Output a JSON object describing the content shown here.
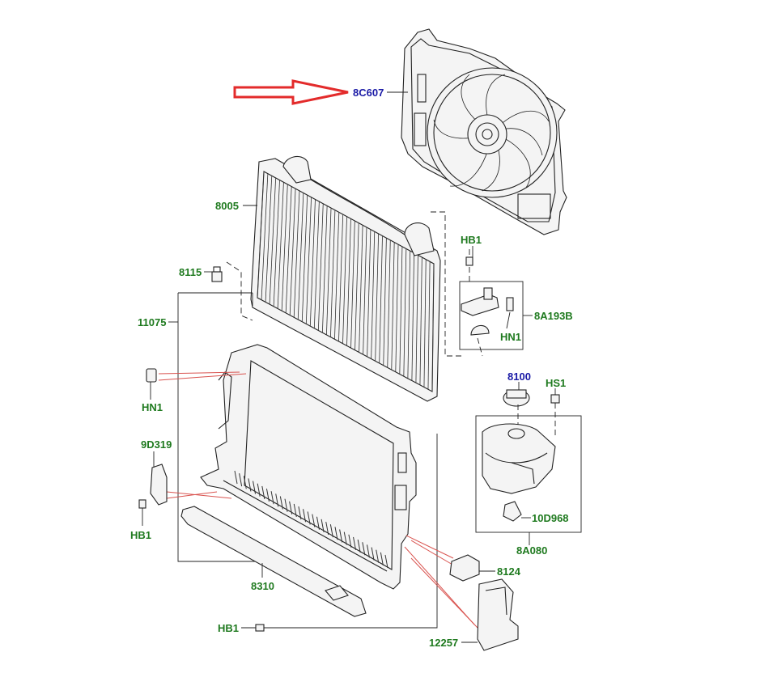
{
  "colors": {
    "part_label": "#1f7a1f",
    "highlight_label": "#1a1aa6",
    "arrow": "#e32b2b",
    "leader_red": "#d9534f",
    "line": "#222222"
  },
  "labels": {
    "fan_assembly": "8C607",
    "radiator": "8005",
    "radiator_mount_bolt": "8115",
    "shroud_panel": "11075",
    "clip_left": "HN1",
    "bracket_left": "9D319",
    "bolt_left": "HB1",
    "lower_deflector": "8310",
    "bolt_bottom": "HB1",
    "bracket_bottom_right": "12257",
    "bracket_clip": "8124",
    "upper_bolt": "HB1",
    "mount_bracket": "8A193B",
    "mount_clip": "HN1",
    "reservoir_cap": "8100",
    "reservoir_screw": "HS1",
    "sensor": "10D968",
    "reservoir": "8A080"
  }
}
